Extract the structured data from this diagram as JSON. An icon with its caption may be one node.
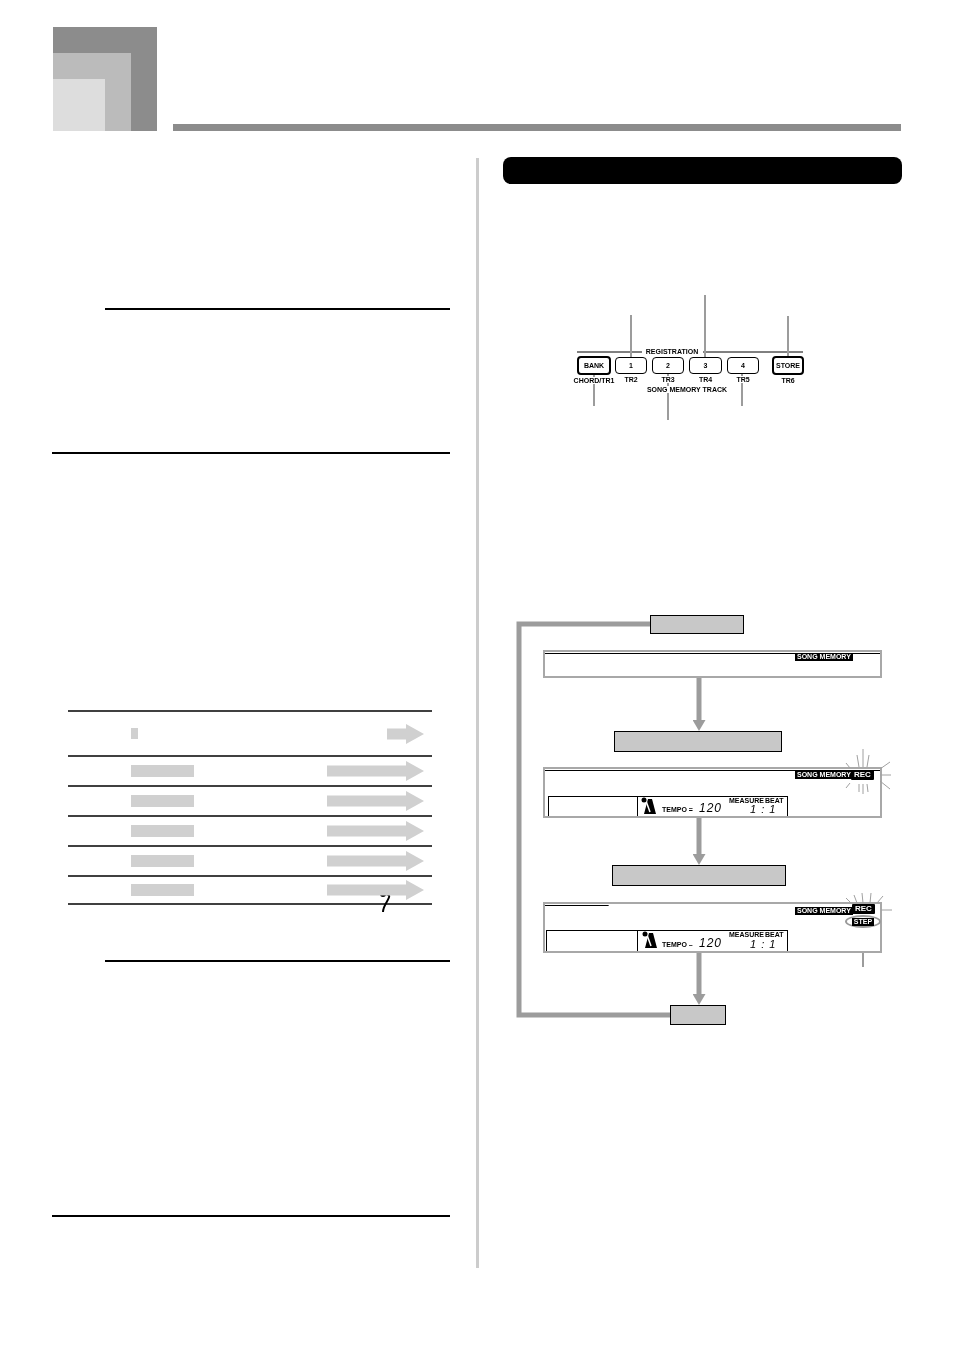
{
  "diagram": {
    "nodes": [
      {
        "text": [],
        "shape": "arrow"
      },
      {
        "text": [],
        "shape": "arrow"
      },
      {
        "text": [],
        "shape": "arrow"
      },
      {
        "text": [],
        "shape": "arrow"
      },
      {
        "text": [],
        "shape": "arrow"
      },
      {
        "text": [],
        "shape": "arrow"
      },
      {
        "text": [],
        "shape": "bar"
      },
      {
        "text": [
          "BANK"
        ],
        "beside": [
          "CHORD/TR1"
        ]
      },
      {
        "text": [
          "1"
        ],
        "beside": [
          "TR2"
        ]
      },
      {
        "text": [
          "2"
        ],
        "beside": [
          "TR3"
        ]
      },
      {
        "text": [
          "3"
        ],
        "beside": [
          "TR4"
        ]
      },
      {
        "text": [
          "4"
        ],
        "beside": [
          "TR5"
        ]
      },
      {
        "text": [
          "STORE"
        ],
        "beside": [
          "TR6"
        ]
      },
      {
        "text": [],
        "shape": "box"
      },
      {
        "text": [
          "SONG MEMORY"
        ]
      },
      {
        "text": [],
        "shape": "box"
      },
      {
        "text": [
          "SONG MEMORY",
          "REC"
        ]
      },
      {
        "text": [
          "TEMPO =",
          "120",
          "MEASURE",
          "BEAT",
          "1 : 1"
        ],
        "in": 16
      },
      {
        "text": [],
        "shape": "box"
      },
      {
        "text": [
          "SONG MEMORY",
          "REC"
        ]
      },
      {
        "text": [
          "STEP"
        ],
        "in": 19
      },
      {
        "text": [
          "TEMPO –",
          "120",
          "MEASURE",
          "BEAT",
          "1 : 1"
        ],
        "in": 19
      },
      {
        "text": [],
        "shape": "box"
      }
    ],
    "edges": [
      {
        "from": null,
        "to": 5,
        "arrow": "other",
        "color": "#000000"
      },
      {
        "from": null,
        "to": 8,
        "arrow": "none"
      },
      {
        "from": null,
        "to": 10,
        "arrow": "none"
      },
      {
        "from": null,
        "to": 12,
        "arrow": "none"
      },
      {
        "from": null,
        "to": 7,
        "arrow": "none"
      },
      {
        "from": null,
        "to": 9,
        "arrow": "none"
      },
      {
        "from": null,
        "to": 11,
        "arrow": "none"
      },
      {
        "from": 14,
        "to": 15,
        "arrow": "to",
        "style": "thick"
      },
      {
        "from": 16,
        "to": 18,
        "arrow": "to",
        "style": "thick"
      },
      {
        "from": 19,
        "to": 22,
        "arrow": "to",
        "style": "thick"
      },
      {
        "from": 22,
        "to": 13,
        "arrow": "none",
        "style": "thick"
      },
      {
        "from": null,
        "to": 20,
        "arrow": "none"
      }
    ],
    "labels": [
      "REGISTRATION",
      "SONG MEMORY TRACK"
    ]
  }
}
